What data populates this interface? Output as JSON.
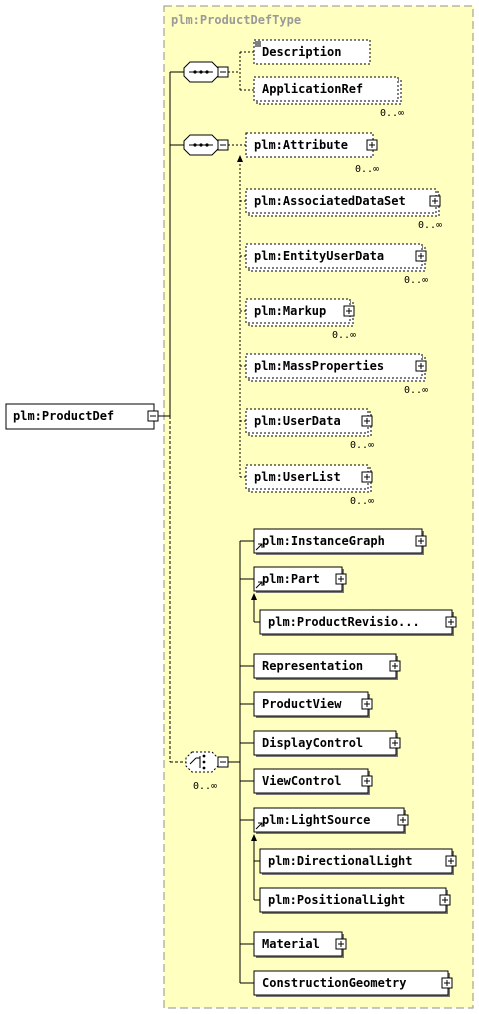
{
  "diagram": {
    "type_title": "plm:ProductDefType",
    "root": {
      "label": "plm:ProductDef",
      "expand": "−"
    },
    "sequence1": {
      "items": [
        {
          "label": "Description",
          "occurrence": ""
        },
        {
          "label": "ApplicationRef",
          "occurrence": "0..∞"
        }
      ]
    },
    "sequence2": {
      "items": [
        {
          "label": "plm:Attribute",
          "occurrence": "0..∞"
        },
        {
          "label": "plm:AssociatedDataSet",
          "occurrence": "0..∞"
        },
        {
          "label": "plm:EntityUserData",
          "occurrence": "0..∞"
        },
        {
          "label": "plm:Markup",
          "occurrence": "0..∞"
        },
        {
          "label": "plm:MassProperties",
          "occurrence": "0..∞"
        },
        {
          "label": "plm:UserData",
          "occurrence": "0..∞"
        },
        {
          "label": "plm:UserList",
          "occurrence": "0..∞"
        }
      ]
    },
    "choice": {
      "occurrence": "0..∞",
      "items": [
        {
          "label": "plm:InstanceGraph"
        },
        {
          "label": "plm:Part"
        },
        {
          "label": "plm:ProductRevisio..."
        },
        {
          "label": "Representation"
        },
        {
          "label": "ProductView"
        },
        {
          "label": "DisplayControl"
        },
        {
          "label": "ViewControl"
        },
        {
          "label": "plm:LightSource"
        },
        {
          "label": "plm:DirectionalLight"
        },
        {
          "label": "plm:PositionalLight"
        },
        {
          "label": "Material"
        },
        {
          "label": "ConstructionGeometry"
        }
      ]
    },
    "colors": {
      "type_fill": "#ffffc0",
      "type_border": "#909090",
      "line": "#000000"
    }
  }
}
